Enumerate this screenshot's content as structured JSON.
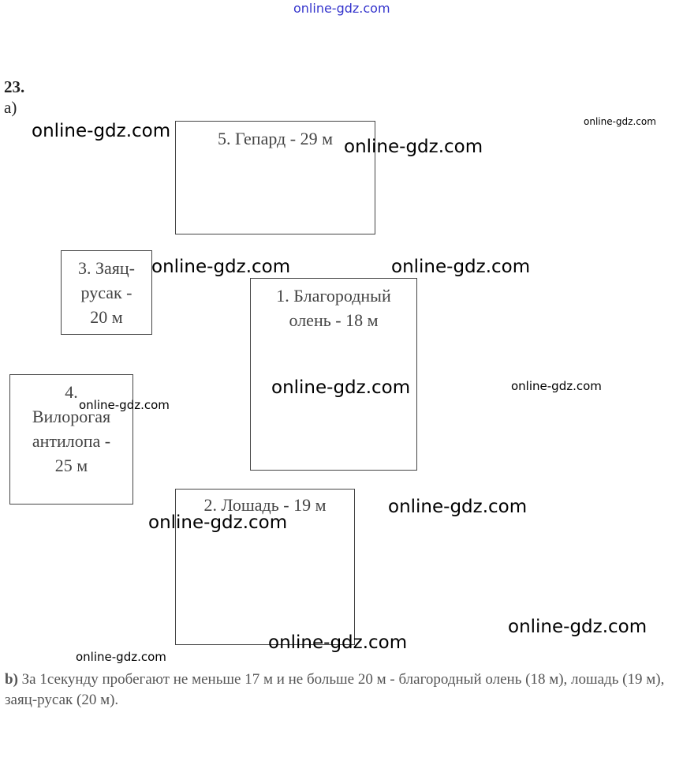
{
  "header_watermark": "online-gdz.com",
  "watermark": "online-gdz.com",
  "task_number": "23.",
  "part_a_label": "а)",
  "boxes": {
    "cheetah": "5. Гепард - 29 м",
    "hare": [
      "3. Заяц-",
      "русак -",
      "20 м"
    ],
    "deer": [
      "1. Благородный",
      "олень - 18 м"
    ],
    "antelope": [
      "4.",
      "Вилорогая",
      "антилопа -",
      "25 м"
    ],
    "horse": "2. Лошадь - 19 м"
  },
  "part_b": {
    "label": "b)",
    "text": "За 1секунду пробегают не меньше 17 м и не больше 20 м - благородный олень (18 м), лошадь (19 м), заяц-русак (20 м)."
  }
}
